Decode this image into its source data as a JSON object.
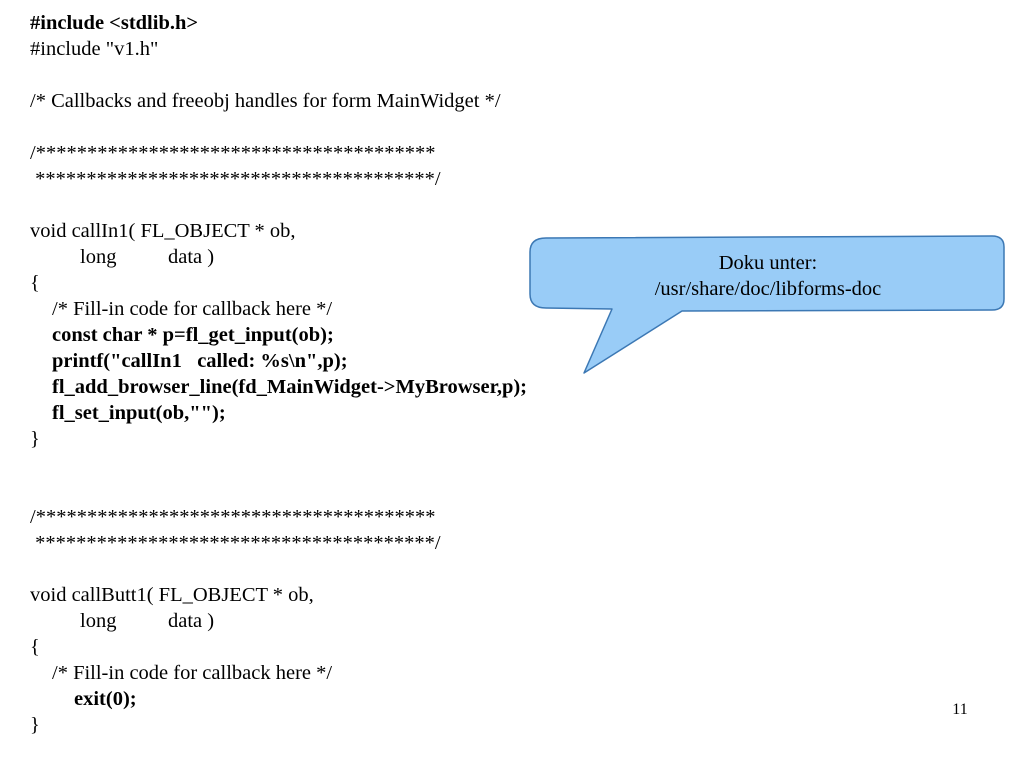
{
  "code_lines": [
    "#include <stdlib.h>",
    "#include \"v1.h\"",
    "/* Callbacks and freeobj handles for form MainWidget */",
    "/***************************************",
    " ***************************************/",
    "void callIn1( FL_OBJECT * ob,",
    "long",
    "data )",
    "{",
    "/* Fill-in code for callback here */",
    "const char * p=fl_get_input(ob);",
    "printf(\"callIn1   called: %s\\n\",p);",
    "fl_add_browser_line(fd_MainWidget->MyBrowser,p);",
    "fl_set_input(ob,\"\");",
    "}",
    "/***************************************",
    " ***************************************/",
    "void callButt1( FL_OBJECT * ob,",
    "long",
    "data )",
    "{",
    "/* Fill-in code for callback here */",
    "exit(0);",
    "}"
  ],
  "callout": {
    "line1": "Doku unter:",
    "line2": "/usr/share/doc/libforms-doc",
    "fill_color": "#99ccf7",
    "border_color": "#3c78b4"
  },
  "page_number": "11"
}
